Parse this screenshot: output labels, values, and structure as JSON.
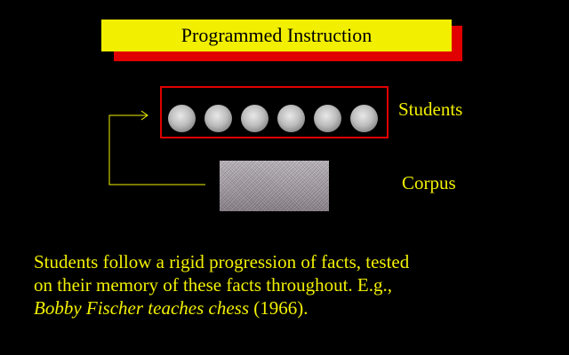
{
  "title": "Programmed Instruction",
  "students_label": "Students",
  "corpus_label": "Corpus",
  "student_count": 6,
  "description": {
    "line1": "Students follow a rigid progression of facts, tested",
    "line2": "on their memory of these facts throughout.  E.g.,",
    "book_title": "Bobby Fischer teaches chess",
    "year": " (1966)."
  },
  "colors": {
    "background": "#000000",
    "title_bg": "#f2f000",
    "title_shadow": "#e00000",
    "box_border": "#e00000",
    "text": "#f2f000"
  }
}
